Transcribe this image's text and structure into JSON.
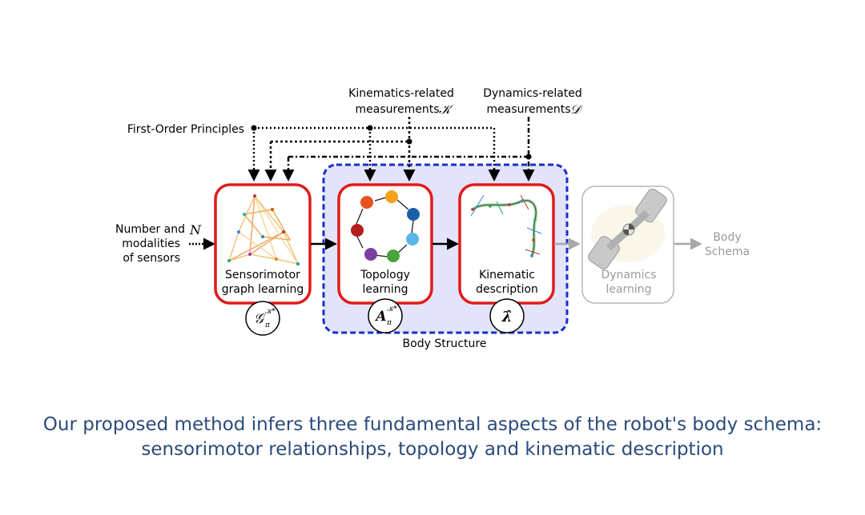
{
  "inputs": {
    "first_order": "First-Order Principles",
    "kinematics_line1": "Kinematics-related",
    "kinematics_line2": "measurements",
    "kinematics_symbol": "𝒦",
    "dynamics_line1": "Dynamics-related",
    "dynamics_line2": "measurements",
    "dynamics_symbol": "𝒟",
    "sensors_line1": "Number and",
    "sensors_line2": "modalities",
    "sensors_line3": "of sensors",
    "sensors_symbol": "N"
  },
  "blocks": {
    "sensorimotor": {
      "line1": "Sensorimotor",
      "line2": "graph learning",
      "symbol": "𝒢",
      "sup": "𝒦*",
      "sub": "π"
    },
    "topology": {
      "line1": "Topology",
      "line2": "learning",
      "symbol": "A",
      "sup": "𝒦*",
      "sub": "π"
    },
    "kinematic": {
      "line1": "Kinematic",
      "line2": "description",
      "symbol": "λ̂"
    },
    "dynamics": {
      "line1": "Dynamics",
      "line2": "learning"
    }
  },
  "group_label": "Body Structure",
  "output": {
    "line1": "Body",
    "line2": "Schema"
  },
  "caption": {
    "line1": "Our proposed method infers three fundamental aspects of the robot's body schema:",
    "line2": "sensorimotor relationships, topology and kinematic description"
  },
  "colors": {
    "block_border": "#e01b1b",
    "group_border": "#1a2fc8",
    "group_fill": "#e3e3fa",
    "caption": "#2b4a7a",
    "disabled": "#b5b5b5"
  }
}
